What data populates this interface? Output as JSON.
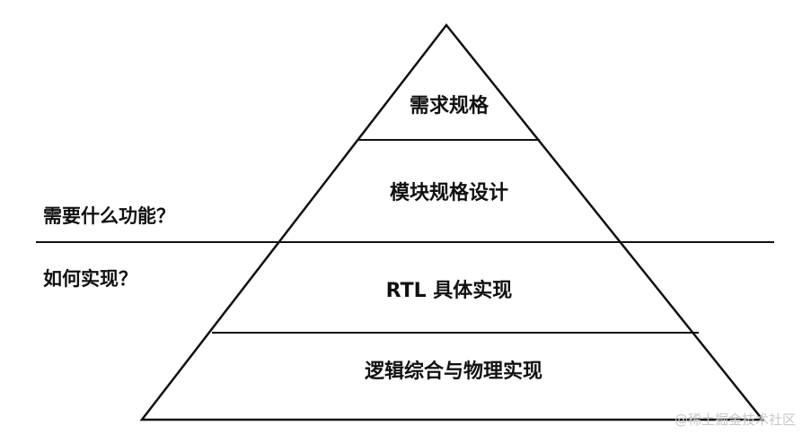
{
  "pyramid": {
    "tiers": [
      {
        "label": "需求规格"
      },
      {
        "label": "模块规格设计"
      },
      {
        "label": "RTL 具体实现"
      },
      {
        "label": "逻辑综合与物理实现"
      }
    ]
  },
  "side_labels": {
    "above": "需要什么功能？",
    "below": "如何实现？"
  },
  "watermark": "@稀土掘金技术社区",
  "colors": {
    "line": "#111111",
    "text": "#111111",
    "background": "#ffffff",
    "watermark": "#c8c8c8"
  }
}
